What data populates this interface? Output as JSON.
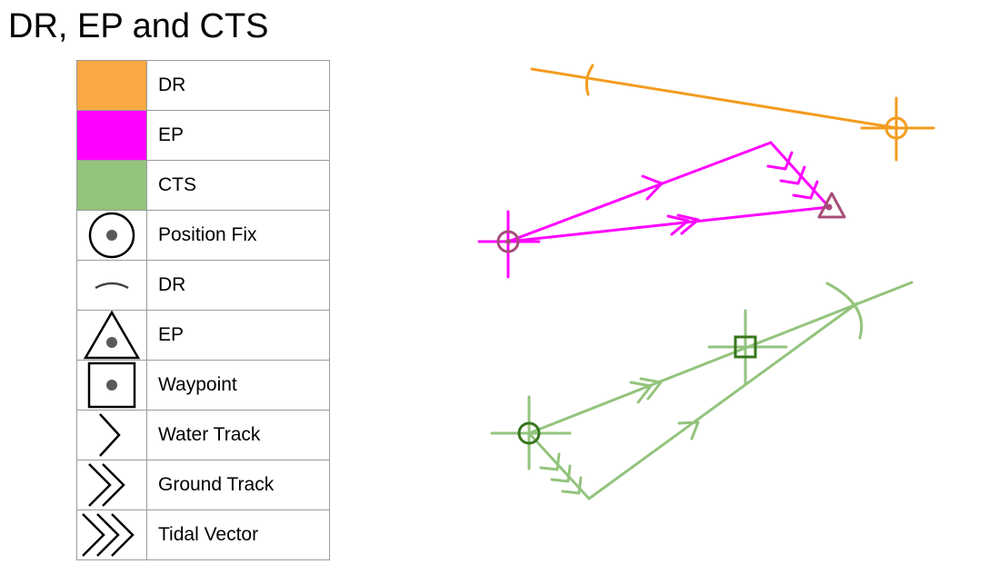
{
  "title": "DR, EP and CTS",
  "colors": {
    "dr": "#f5a33b",
    "ep": "#ff00ff",
    "cts": "#93c47d",
    "ep_symbol": "#a64d79",
    "cts_symbol": "#38761d",
    "symbol": "#000000"
  },
  "legend": [
    {
      "symbol": "orange-swatch",
      "label": "DR"
    },
    {
      "symbol": "magenta-swatch",
      "label": "EP"
    },
    {
      "symbol": "green-swatch",
      "label": "CTS"
    },
    {
      "symbol": "position-fix-icon",
      "label": "Position Fix"
    },
    {
      "symbol": "dr-arc-icon",
      "label": "DR"
    },
    {
      "symbol": "ep-triangle-icon",
      "label": "EP"
    },
    {
      "symbol": "waypoint-square-icon",
      "label": "Waypoint"
    },
    {
      "symbol": "single-chevron-icon",
      "label": "Water Track"
    },
    {
      "symbol": "double-chevron-icon",
      "label": "Ground Track"
    },
    {
      "symbol": "triple-chevron-icon",
      "label": "Tidal Vector"
    }
  ]
}
